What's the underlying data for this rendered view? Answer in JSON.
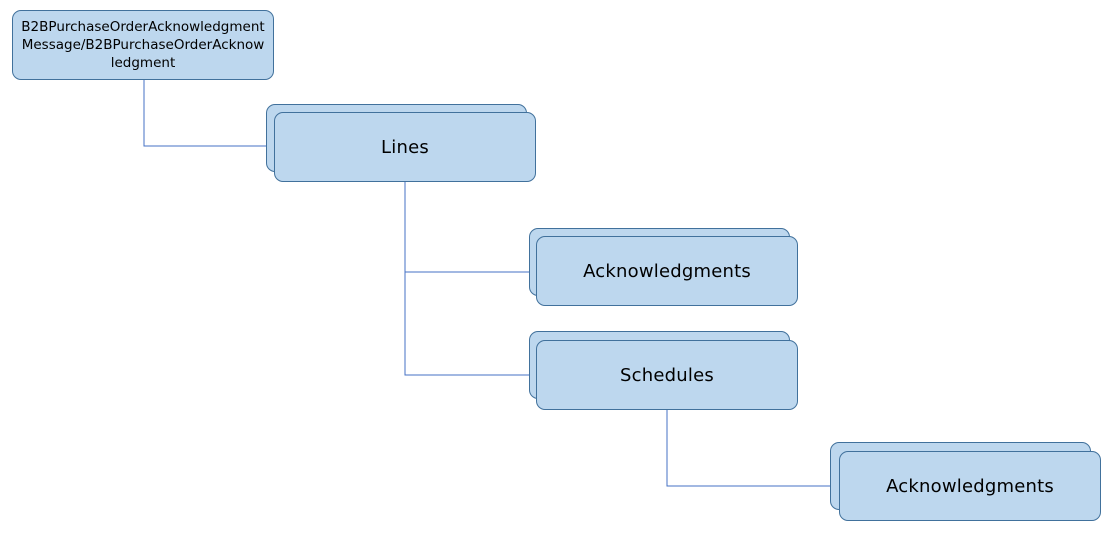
{
  "diagram": {
    "root": {
      "label": "B2BPurchaseOrderAcknowledgmentMessage/B2BPurchaseOrderAcknowledgment"
    },
    "lines": {
      "label": "Lines"
    },
    "line_acknowledgments": {
      "label": "Acknowledgments"
    },
    "schedules": {
      "label": "Schedules"
    },
    "schedule_acknowledgments": {
      "label": "Acknowledgments"
    }
  },
  "colors": {
    "box_fill": "#bdd7ee",
    "box_border": "#41719c",
    "connector": "#4472c4"
  }
}
